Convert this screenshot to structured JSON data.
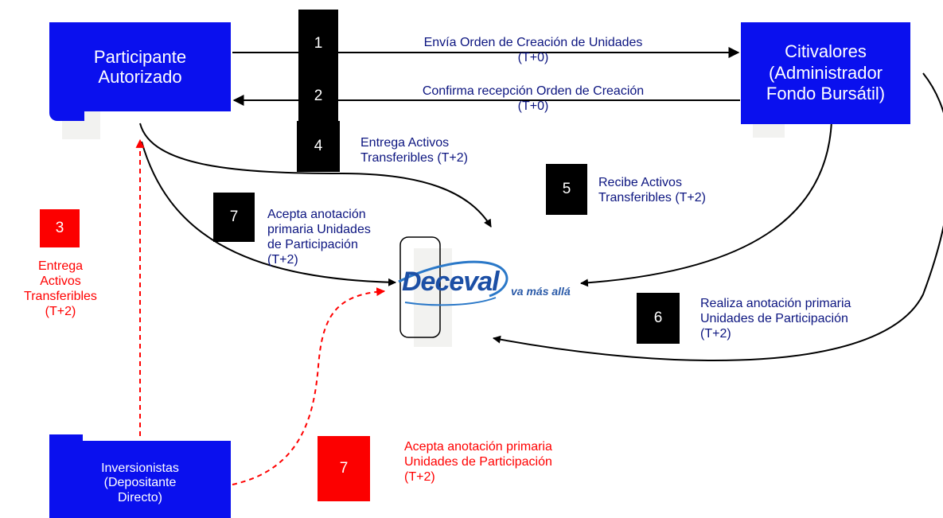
{
  "nodes": {
    "participante": {
      "line1": "Participante",
      "line2": "Autorizado"
    },
    "citivalores": {
      "line1": "Citivalores",
      "line2": "(Administrador",
      "line3": "Fondo Bursátil)"
    },
    "inversionistas": {
      "line1": "Inversionistas",
      "line2": "(Depositante",
      "line3": "Directo)"
    }
  },
  "logo": {
    "name": "Deceval",
    "tagline": "va más allá"
  },
  "steps": [
    {
      "number": "1",
      "color": "black",
      "text_lines": [
        "Envía Orden de Creación de Unidades",
        "(T+0)"
      ]
    },
    {
      "number": "2",
      "color": "black",
      "text_lines": [
        "Confirma recepción Orden de Creación",
        "(T+0)"
      ]
    },
    {
      "number": "3",
      "color": "red",
      "text_lines": [
        "Entrega",
        "Activos",
        "Transferibles",
        "(T+2)"
      ]
    },
    {
      "number": "4",
      "color": "black",
      "text_lines": [
        "Entrega Activos",
        "Transferibles (T+2)"
      ]
    },
    {
      "number": "5",
      "color": "black",
      "text_lines": [
        "Recibe Activos",
        "Transferibles (T+2)"
      ]
    },
    {
      "number": "6",
      "color": "black",
      "text_lines": [
        "Realiza anotación primaria",
        "Unidades de Participación",
        "(T+2)"
      ]
    },
    {
      "number": "7",
      "color": "black",
      "text_lines": [
        "Acepta anotación",
        "primaria Unidades",
        "de Participación",
        "(T+2)"
      ]
    },
    {
      "number": "7",
      "color": "red",
      "text_lines": [
        "Acepta anotación primaria",
        "Unidades de Participación",
        "(T+2)"
      ]
    }
  ],
  "colors": {
    "node_blue": "#0a10ee",
    "label_navy": "#0c1580",
    "step_black": "#000000",
    "step_red": "#fc0000",
    "dashed_red": "#ff0000",
    "logo_blue": "#1c4fa5"
  }
}
